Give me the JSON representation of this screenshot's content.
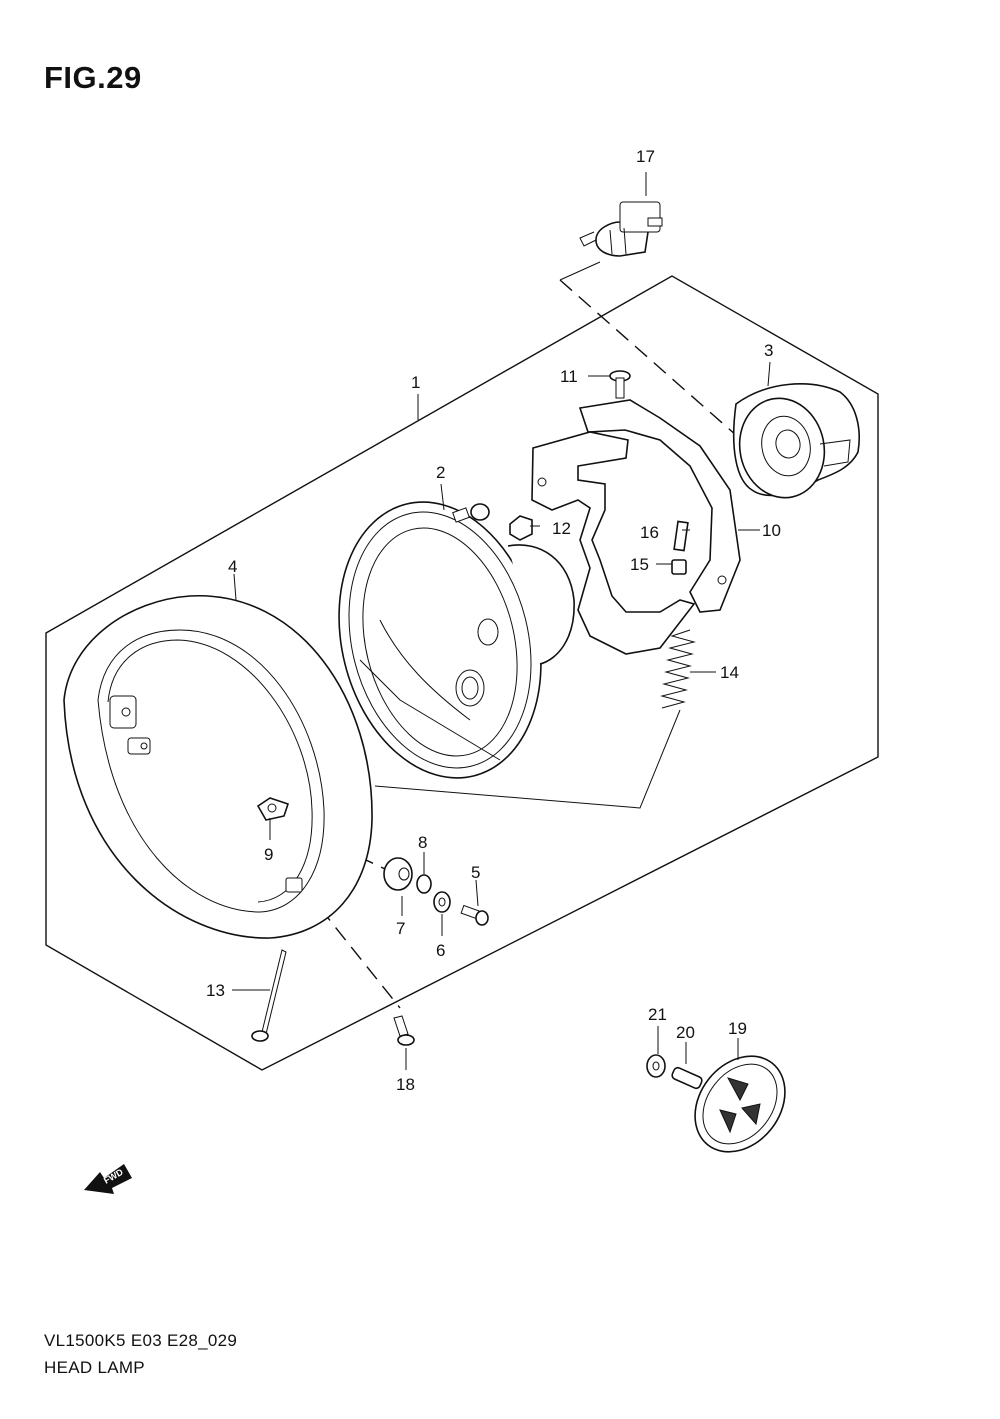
{
  "figure": {
    "title": "FIG.29",
    "model_code": "VL1500K5  E03  E28_029",
    "name": "HEAD LAMP",
    "fwd_label": "FWD"
  },
  "callouts": [
    "1",
    "2",
    "3",
    "4",
    "5",
    "6",
    "7",
    "8",
    "9",
    "10",
    "11",
    "12",
    "13",
    "14",
    "15",
    "16",
    "17",
    "18",
    "19",
    "20",
    "21"
  ]
}
